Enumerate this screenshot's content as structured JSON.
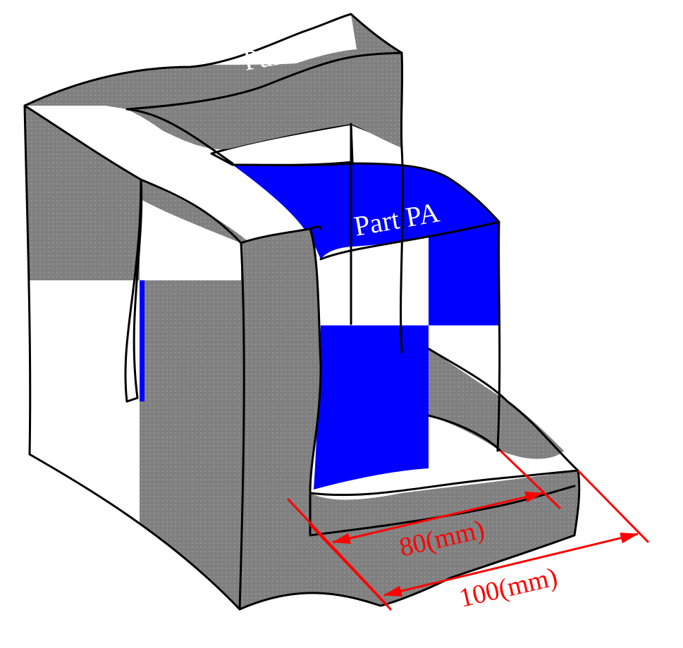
{
  "labels": {
    "inner_part": "Part PA",
    "outer_part_partial": "Par",
    "dim_inner": "80(mm)",
    "dim_outer": "100(mm)"
  },
  "colors": {
    "outer_part": "#808080",
    "inner_part": "#0000ff",
    "outline": "#000000",
    "dimension": "#ff0000",
    "background": "#ffffff"
  }
}
